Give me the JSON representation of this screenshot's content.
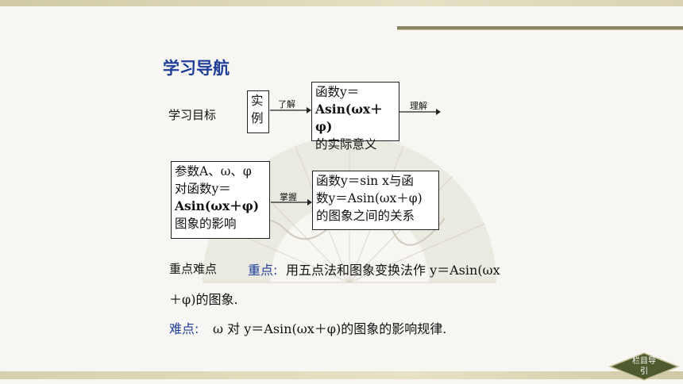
{
  "section_title": "学习导航",
  "objectives": {
    "label": "学习目标",
    "example_box": [
      "实",
      "例"
    ],
    "arrow1_label": "了解",
    "target_box": [
      "函数y＝",
      "Asin(ωx＋φ)",
      "的实际意义"
    ],
    "arrow2_label": "理解"
  },
  "params": {
    "box": [
      "参数A、ω、φ",
      "对函数y＝",
      "Asin(ωx＋φ)",
      "图象的影响"
    ],
    "arrow_label": "掌握",
    "relation_box": [
      "函数y＝sin x与函",
      "数y＝Asin(ωx＋φ)",
      "的图象之间的关系"
    ]
  },
  "key_points": {
    "label": "重点难点",
    "zhongdian_label": "重点:",
    "zhongdian_text_1": "用五点法和图象变换法作 y＝Asin(ωx",
    "zhongdian_text_2": "＋φ)的图象.",
    "nandian_label": "难点:",
    "nandian_text": "ω 对 y＝Asin(ωx＋φ)的图象的影响规律."
  },
  "nav_button": [
    "栏目导",
    "引"
  ]
}
